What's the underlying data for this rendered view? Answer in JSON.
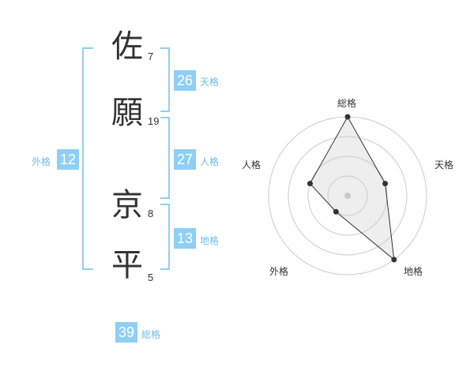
{
  "name": {
    "characters": [
      {
        "char": "佐",
        "strokes": "7"
      },
      {
        "char": "願",
        "strokes": "19"
      },
      {
        "char": "京",
        "strokes": "8"
      },
      {
        "char": "平",
        "strokes": "5"
      }
    ]
  },
  "kakusu": {
    "tenkaku": {
      "value": "26",
      "label": "天格"
    },
    "jinkaku": {
      "value": "27",
      "label": "人格"
    },
    "chikaku": {
      "value": "13",
      "label": "地格"
    },
    "gaikaku": {
      "value": "12",
      "label": "外格"
    },
    "soukaku": {
      "value": "39",
      "label": "総格"
    }
  },
  "radar": {
    "axis_labels": [
      "総格",
      "天格",
      "地格",
      "外格",
      "人格"
    ],
    "values": [
      4,
      2,
      4,
      1,
      2
    ],
    "max": 4
  },
  "colors": {
    "accent": "#8fcff6",
    "accent_text": "#6bbde9",
    "text": "#333333"
  }
}
